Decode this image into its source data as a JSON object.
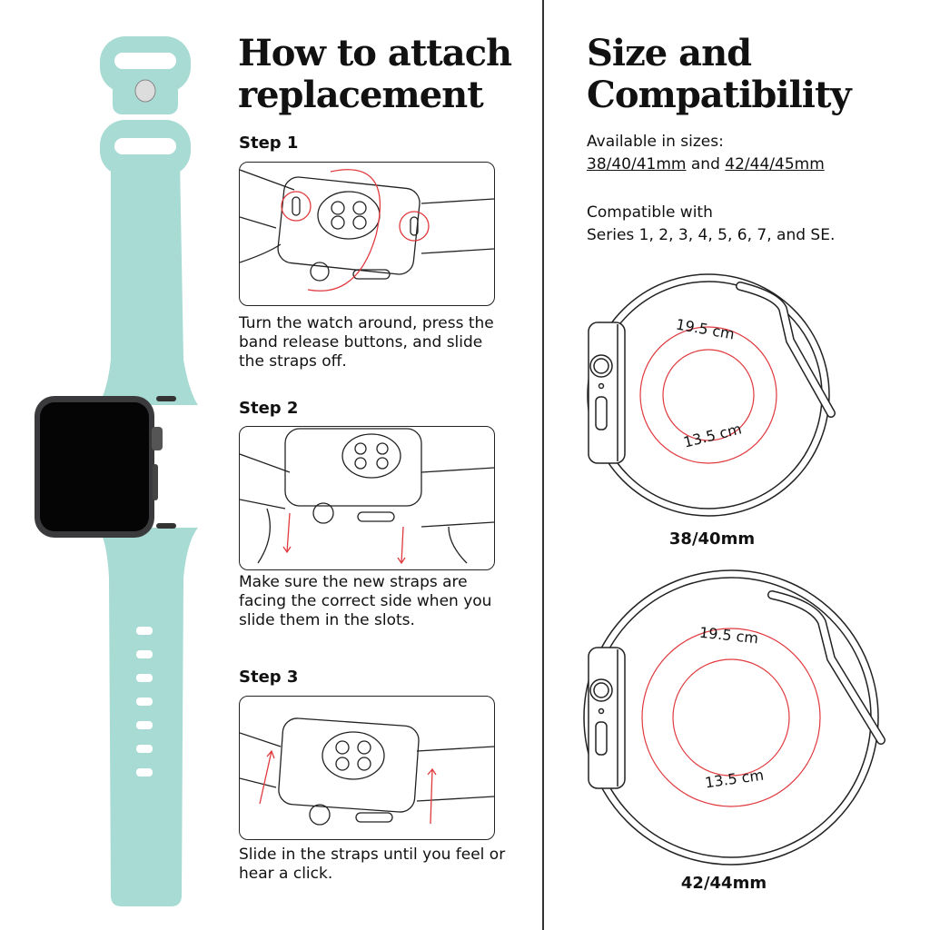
{
  "colors": {
    "band": "#a8dbd4",
    "accent_red": "#e0393e",
    "ink": "#111111"
  },
  "attach": {
    "title_line1": "How to attach",
    "title_line2": "replacement",
    "steps": [
      {
        "label": "Step 1",
        "text": "Turn the watch around, press the band release buttons, and slide the straps off."
      },
      {
        "label": "Step 2",
        "text": "Make sure the new straps are facing the correct side when you slide them in the slots."
      },
      {
        "label": "Step 3",
        "text": "Slide in the straps until you feel or hear a click."
      }
    ]
  },
  "size": {
    "title_line1": "Size and",
    "title_line2": "Compatibility",
    "available_label": "Available in sizes:",
    "size_small": "38/40/41mm",
    "and_word": "and",
    "size_large": "42/44/45mm",
    "compat_line1": "Compatible with",
    "compat_line2": "Series 1, 2, 3, 4, 5, 6, 7, and SE.",
    "diagrams": [
      {
        "max": "19.5 cm",
        "min": "13.5 cm",
        "label": "38/40mm"
      },
      {
        "max": "19.5 cm",
        "min": "13.5 cm",
        "label": "42/44mm"
      }
    ]
  }
}
